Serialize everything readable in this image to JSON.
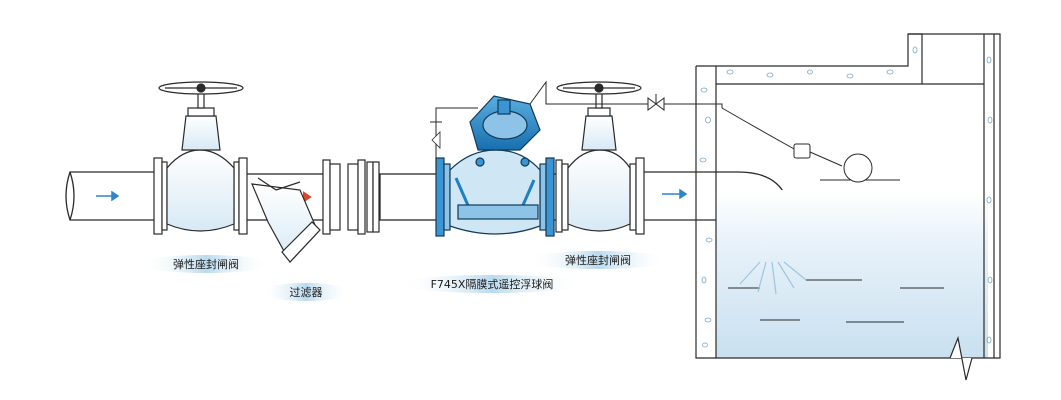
{
  "labels": {
    "gate_valve_left": "弹性座封闸阀",
    "strainer": "过滤器",
    "float_valve": "F745X隔膜式遥控浮球阀",
    "gate_valve_right": "弹性座封闸阀"
  },
  "colors": {
    "pipe_fill": "#ffffff",
    "pipe_stroke": "#2a2a2a",
    "valve_body": "#1d7fc4",
    "valve_light": "#cfe6f5",
    "water": "#dcecf6",
    "label_glow": "#bcdcee",
    "arrow_blue": "#2f86c8",
    "arrow_red": "#d64a2a"
  }
}
